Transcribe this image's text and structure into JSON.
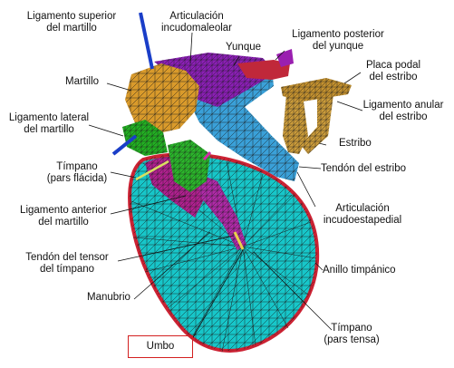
{
  "labels": {
    "lig_sup_martillo": [
      "Ligamento superior",
      "del martillo"
    ],
    "art_incudomaleolar": [
      "Articulación",
      "incudomaleolar"
    ],
    "yunque": "Yunque",
    "lig_post_yunque": [
      "Ligamento posterior",
      "del yunque"
    ],
    "placa_podal": [
      "Placa podal",
      "del estribo"
    ],
    "martillo": "Martillo",
    "lig_anular": [
      "Ligamento anular",
      "del estribo"
    ],
    "lig_lat_martillo": [
      "Ligamento lateral",
      "del martillo"
    ],
    "estribo": "Estribo",
    "timpano_flacida": [
      "Tímpano",
      "(pars flácida)"
    ],
    "tendon_estribo": "Tendón del estribo",
    "lig_ant_martillo": [
      "Ligamento anterior",
      "del martillo"
    ],
    "art_incudoestapedial": [
      "Articulación",
      "incudoestapedial"
    ],
    "tendon_tensor": [
      "Tendón del tensor",
      "del tímpano"
    ],
    "anillo": "Anillo timpánico",
    "manubrio": "Manubrio",
    "timpano_tensa": [
      "Tímpano",
      "(pars tensa)"
    ],
    "umbo": "Umbo"
  },
  "colors": {
    "membrane": "#17c6c9",
    "ring": "#cc2233",
    "malleus": "#d99a2b",
    "incus": "#3aa0d8",
    "ligament": "#9a1fb0",
    "green_ligament": "#22b022",
    "stapes": "#c99a3a",
    "rod": "#1a3ec8",
    "annotation_box": "#d32020"
  }
}
